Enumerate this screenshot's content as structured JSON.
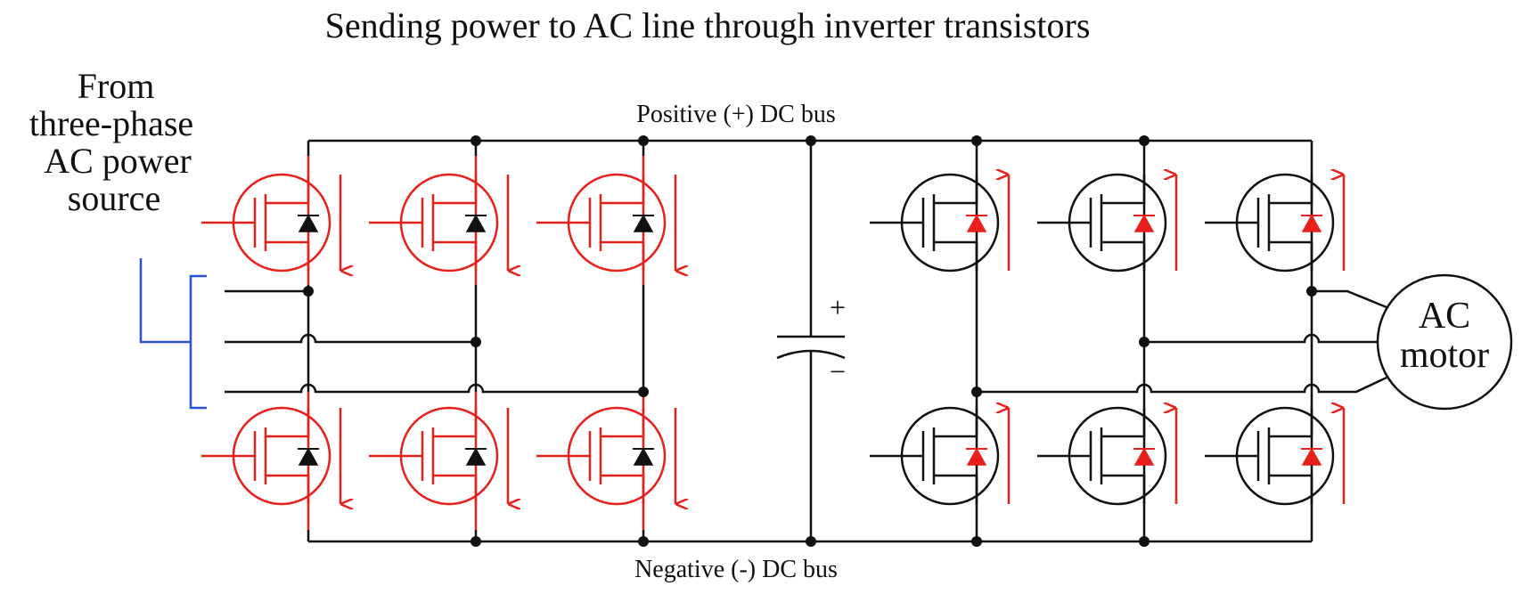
{
  "title": "Sending power to AC line through inverter transistors",
  "source_label": [
    "From",
    "three-phase",
    "AC power",
    "source"
  ],
  "positive_bus_label": "Positive (+) DC bus",
  "negative_bus_label": "Negative (-) DC bus",
  "motor_label": [
    "AC",
    "motor"
  ],
  "capacitor_plus": "+",
  "capacitor_minus": "−",
  "colors": {
    "wire": "#111111",
    "active": "#e8201c",
    "source_bracket": "#2a4fd8",
    "background": "#ffffff"
  },
  "rectifier": {
    "state": "active",
    "current_direction": "down",
    "transistor_count": 6
  },
  "inverter": {
    "state": "inactive",
    "diode_state": "active",
    "current_direction": "up",
    "transistor_count": 6
  }
}
